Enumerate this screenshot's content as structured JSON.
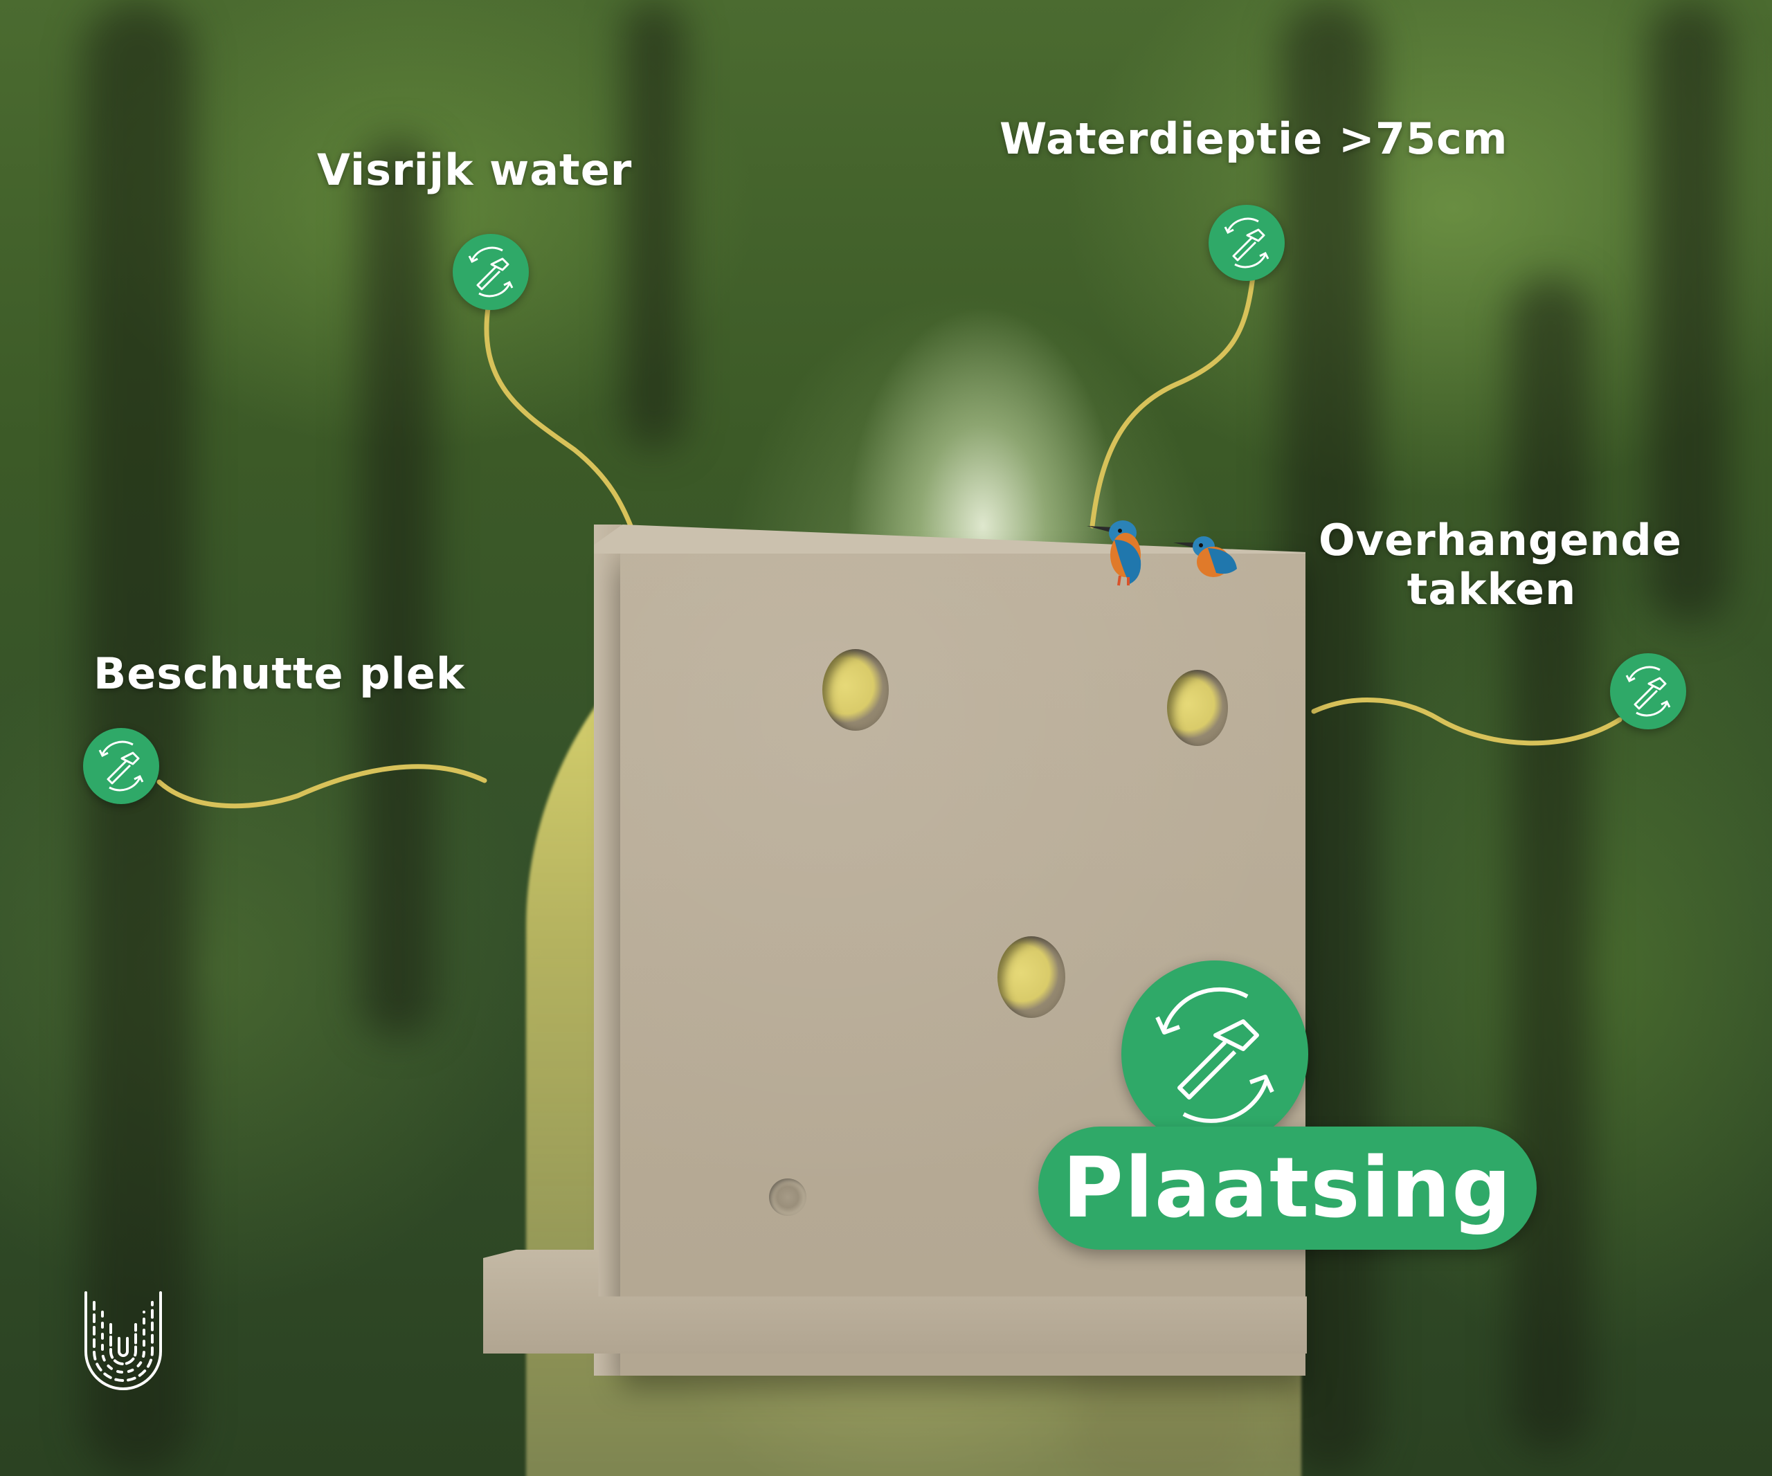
{
  "labels": {
    "visrijk": "Visrijk water",
    "waterdiepte": "Waterdieptie >75cm",
    "overhangende_line1": "Overhangende",
    "overhangende_line2": "takken",
    "beschutte": "Beschutte plek"
  },
  "badge_main": {
    "label": "Plaatsing"
  },
  "icons": {
    "feature_badge": "hammer-cycle-icon",
    "brand_logo": "brand-logo-icon",
    "bird": "kingfisher"
  },
  "colors": {
    "badge_green": "#2fa968",
    "connector_yellow": "#d8c25a",
    "board": "#b8ac98",
    "arch_yellow": "#e9dd74"
  }
}
